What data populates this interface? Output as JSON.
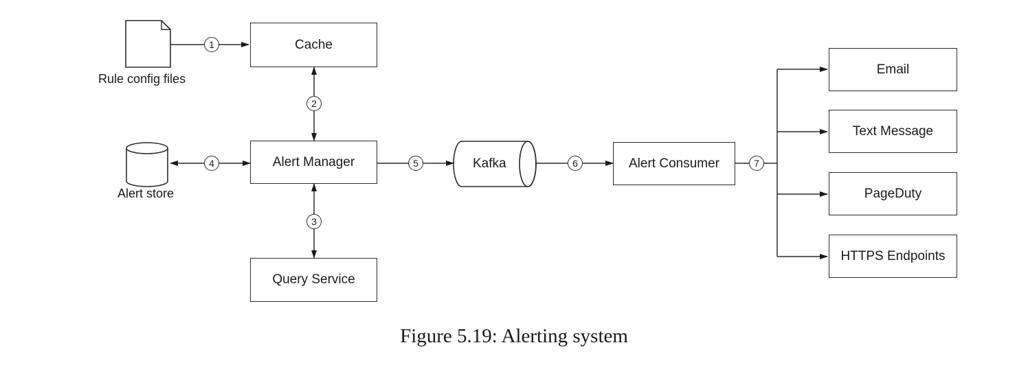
{
  "nodes": {
    "rule_config_files": "Rule config files",
    "cache": "Cache",
    "alert_store": "Alert store",
    "alert_manager": "Alert Manager",
    "query_service": "Query Service",
    "kafka": "Kafka",
    "alert_consumer": "Alert Consumer",
    "email": "Email",
    "text_message": "Text Message",
    "pageduty": "PageDuty",
    "https_endpoints": "HTTPS Endpoints"
  },
  "steps": [
    "1",
    "2",
    "3",
    "4",
    "5",
    "6",
    "7"
  ],
  "caption": "Figure 5.19: Alerting system"
}
